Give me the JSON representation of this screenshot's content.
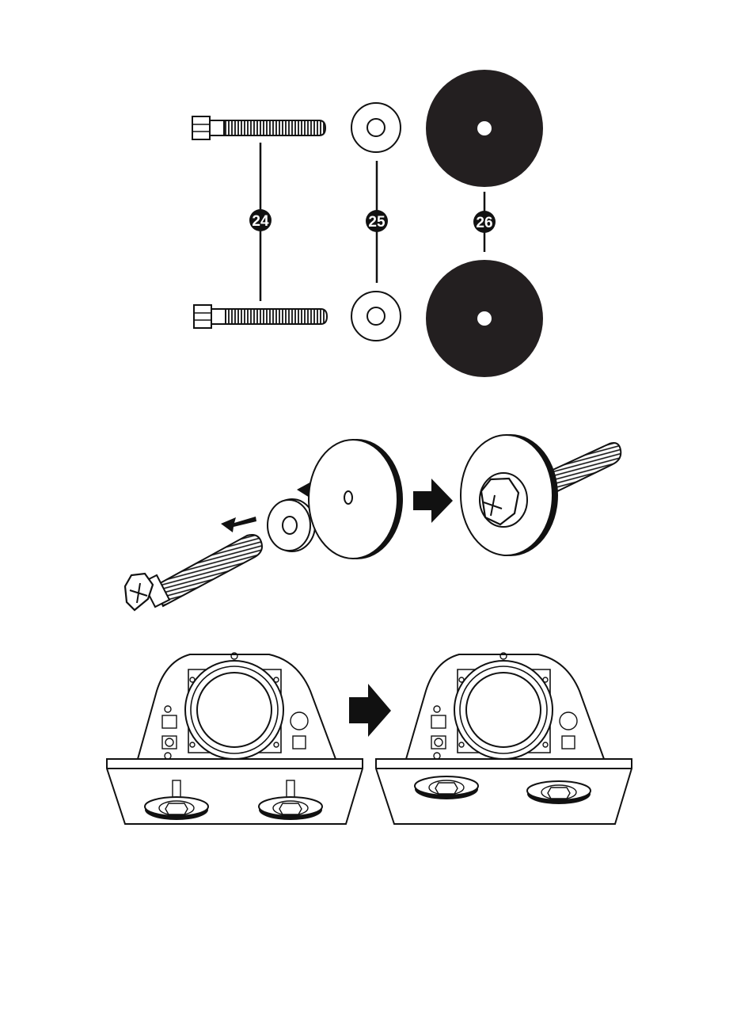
{
  "callouts": {
    "bolt": "24",
    "washer": "25",
    "pad": "26"
  },
  "icons": [
    "bolt-icon",
    "washer-icon",
    "rubber-pad-icon",
    "arrow-right-icon",
    "subwoofer-speaker-icon"
  ],
  "colors": {
    "ink": "#111111",
    "paper": "#ffffff",
    "pad": "#231f20"
  }
}
